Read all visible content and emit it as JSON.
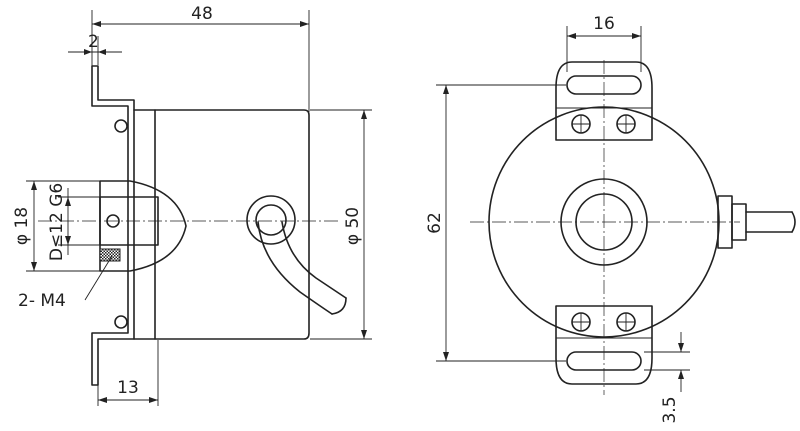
{
  "side_view": {
    "dim_length": "48",
    "dim_flange": "2",
    "dim_hub_dia": "φ 18",
    "dim_bore": "D≤12 G6",
    "dim_body_dia": "φ 50",
    "dim_offset": "13",
    "thread_callout": "2- M4"
  },
  "front_view": {
    "dim_slot_width": "16",
    "dim_height": "62",
    "dim_gap": "3.5"
  }
}
